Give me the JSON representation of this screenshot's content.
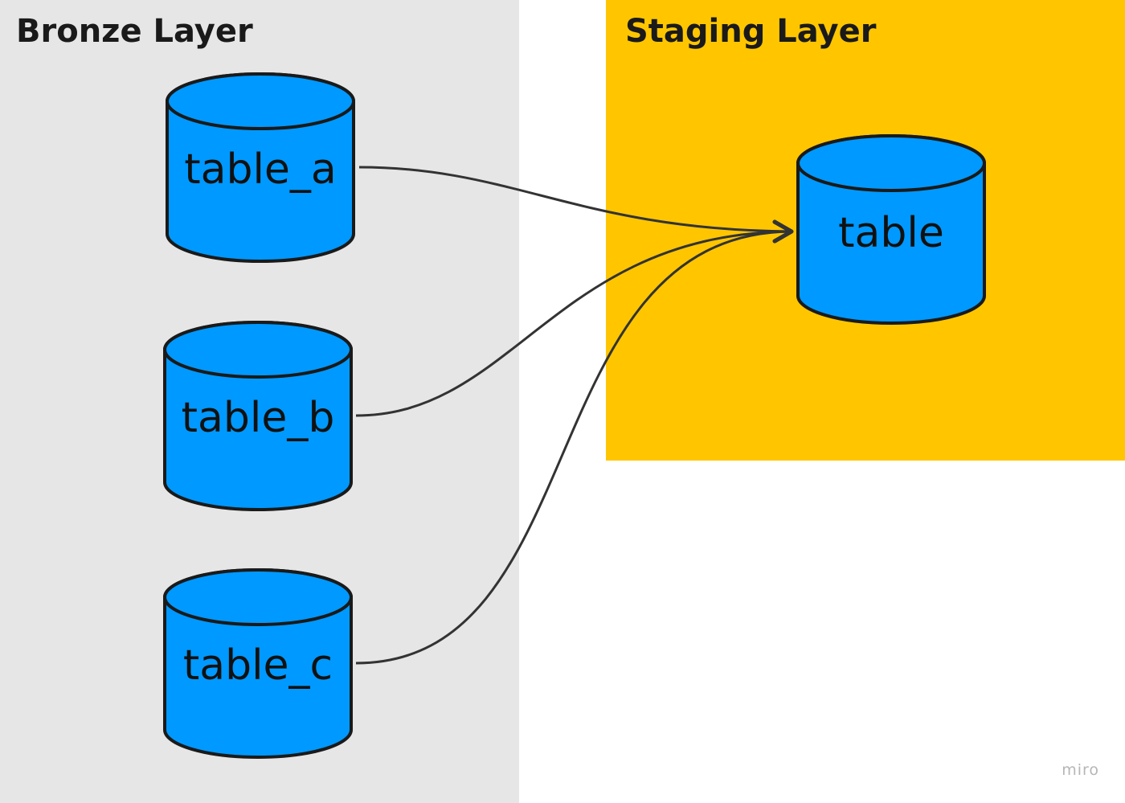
{
  "colors": {
    "bronze_bg": "#e6e6e6",
    "staging_bg": "#ffc600",
    "cylinder_fill": "#0099ff",
    "stroke": "#333333"
  },
  "zones": {
    "bronze": {
      "title": "Bronze Layer"
    },
    "staging": {
      "title": "Staging Layer"
    }
  },
  "nodes": [
    {
      "id": "table_a",
      "label": "table_a",
      "zone": "bronze",
      "icon": "database-cylinder-icon"
    },
    {
      "id": "table_b",
      "label": "table_b",
      "zone": "bronze",
      "icon": "database-cylinder-icon"
    },
    {
      "id": "table_c",
      "label": "table_c",
      "zone": "bronze",
      "icon": "database-cylinder-icon"
    },
    {
      "id": "table",
      "label": "table",
      "zone": "staging",
      "icon": "database-cylinder-icon"
    }
  ],
  "edges": [
    {
      "from": "table_a",
      "to": "table"
    },
    {
      "from": "table_b",
      "to": "table"
    },
    {
      "from": "table_c",
      "to": "table"
    }
  ],
  "watermark": "miro"
}
